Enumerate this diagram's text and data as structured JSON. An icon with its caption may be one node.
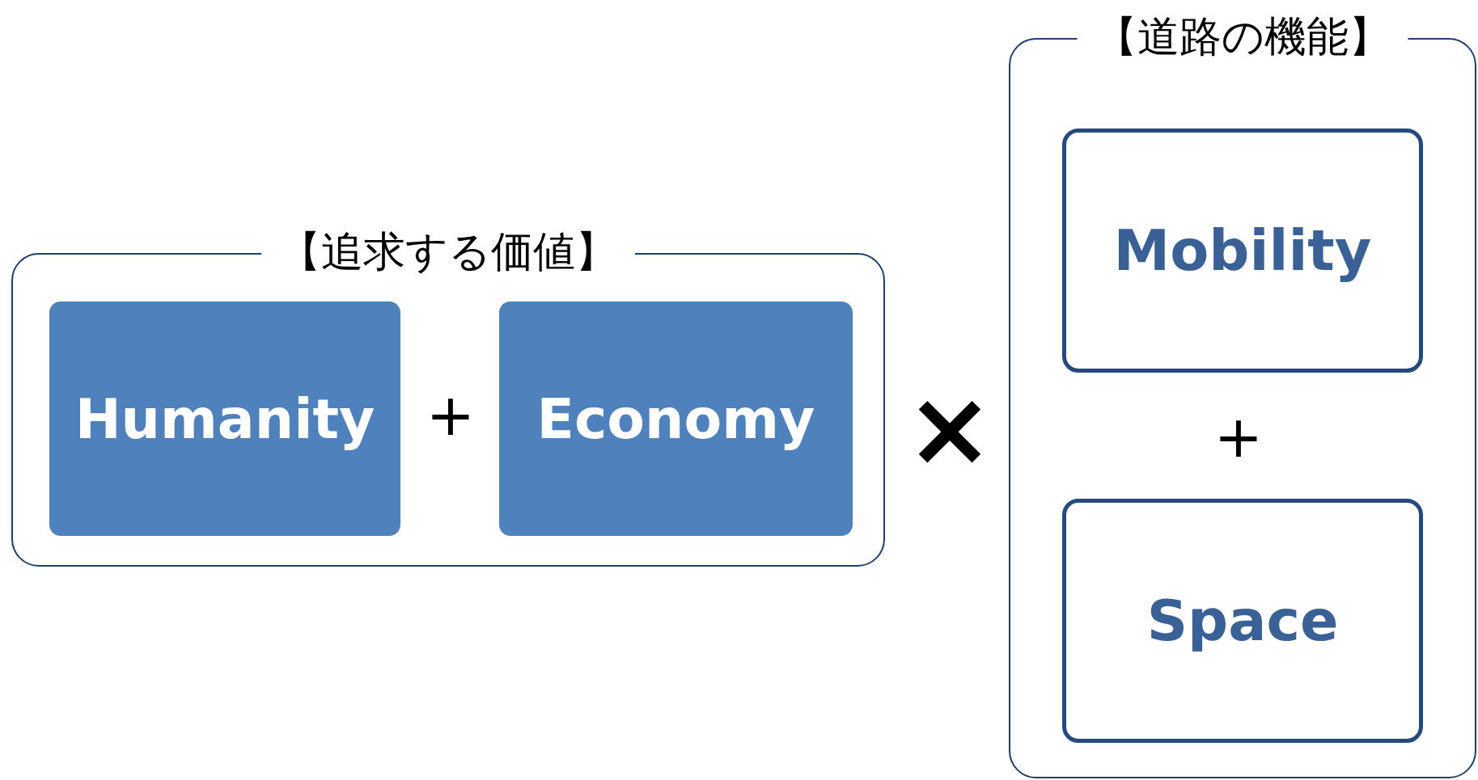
{
  "diagram": {
    "nodes": [
      {
        "text": [
          "【追求する価値】"
        ]
      },
      {
        "text": [
          "Humanity"
        ],
        "in": 0
      },
      {
        "text": [
          "Economy"
        ],
        "in": 0
      },
      {
        "text": [
          "【道路の機能】"
        ]
      },
      {
        "text": [
          "Mobility"
        ],
        "in": 3
      },
      {
        "text": [
          "Space"
        ],
        "in": 3
      }
    ],
    "labels": [
      "+",
      "×",
      "+"
    ]
  }
}
